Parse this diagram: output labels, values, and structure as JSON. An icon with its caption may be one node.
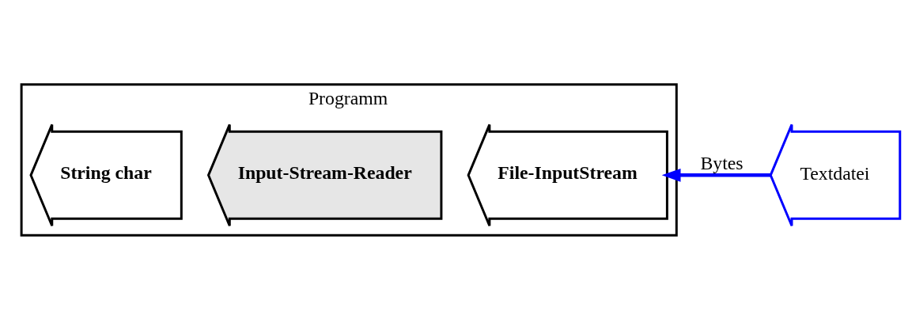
{
  "diagram": {
    "nodes": [
      {
        "text": [
          "Programm"
        ]
      },
      {
        "text": [
          "String char"
        ],
        "in": 0
      },
      {
        "text": [
          "Input-Stream-Reader"
        ],
        "in": 0
      },
      {
        "text": [
          "File-InputStream"
        ],
        "in": 0
      },
      {
        "text": [
          "Textdatei"
        ]
      }
    ],
    "edges": [
      {
        "from": 4,
        "to": 3,
        "arrow": "to",
        "label": "Bytes",
        "color": "#0000ff"
      }
    ]
  }
}
